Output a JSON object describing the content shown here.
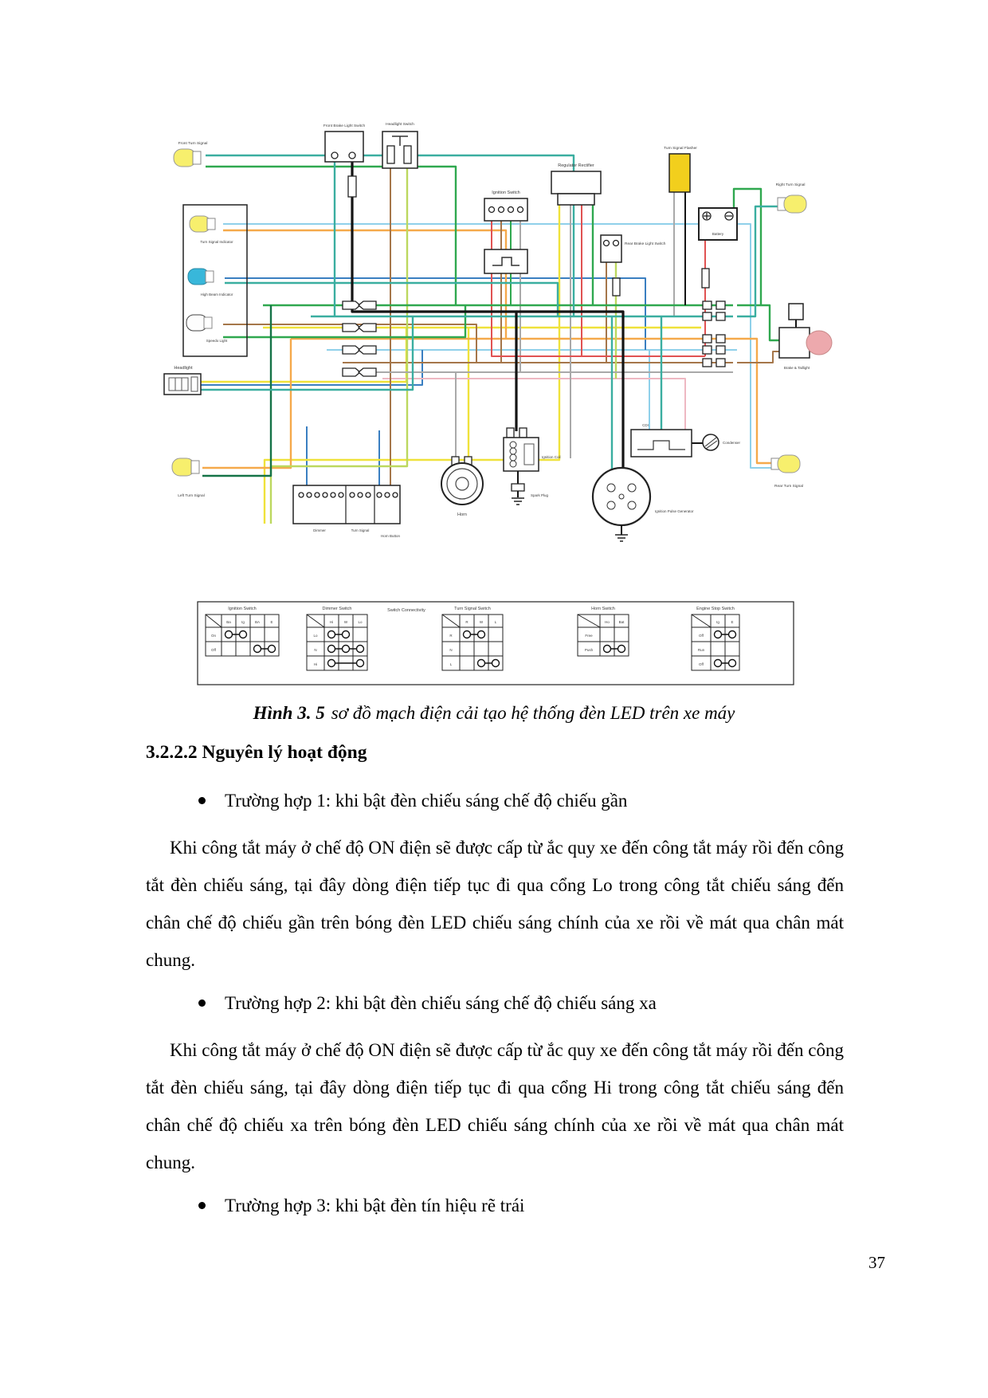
{
  "page": {
    "number": "37"
  },
  "figure": {
    "caption_label": "Hình 3. 5",
    "caption_text": "sơ đồ mạch điện cải tạo hệ thống đèn LED trên xe máy"
  },
  "section": {
    "heading": "3.2.2.2 Nguyên lý hoạt động",
    "bullets": [
      {
        "label": "Trường hợp 1: khi bật đèn chiếu sáng chế độ chiếu gần",
        "body": "Khi công tắt máy ở chế độ ON điện sẽ được cấp từ ắc quy xe đến công tắt máy rồi đến công tắt đèn chiếu sáng, tại đây dòng điện tiếp tục đi qua cổng Lo trong công tắt chiếu sáng đến chân chế độ chiếu gần trên bóng đèn LED chiếu sáng chính của xe rồi về mát qua chân mát chung."
      },
      {
        "label": "Trường hợp 2: khi bật đèn chiếu sáng chế độ chiếu sáng xa",
        "body": "Khi công tắt máy ở chế độ ON điện sẽ được cấp từ ắc quy xe đến công tắt máy rồi đến công tắt đèn chiếu sáng, tại đây dòng điện tiếp tục đi qua cổng Hi trong công tắt chiếu sáng đến chân chế độ chiếu xa trên bóng đèn LED chiếu sáng chính của xe rồi về mát qua chân mát chung."
      },
      {
        "label": "Trường hợp 3: khi bật đèn tín hiệu rẽ trái",
        "body": ""
      }
    ]
  },
  "diagram": {
    "components": {
      "front_turn_signal": "Front Turn Signal",
      "turn_signal_indicator": "Turn Signal Indicator",
      "high_beam_indicator": "High Beam Indicator",
      "speedo_light": "Speedo Light",
      "headlight": "Headlight",
      "left_turn_signal": "Left Turn Signal",
      "front_brake_light_switch": "Front Brake Light Switch",
      "headlight_switch": "Headlight Switch",
      "ignition_switch": "Ignition Switch",
      "regulator_rectifier": "Regulator Rectifier",
      "rear_brake_light_switch": "Rear Brake Light Switch",
      "battery": "Battery",
      "turn_signal_flasher": "Turn Signal Flasher",
      "dimmer": "Dimmer",
      "turn_signal": "Turn Signal",
      "horn_button": "Horn Button",
      "horn": "Horn",
      "ignition_coil": "Ignition Coil",
      "spark_plug": "Spark Plug",
      "magneto": "Ignition Pulse Generator",
      "cdi": "CDI",
      "condenser": "Condenser",
      "right_turn_signal": "Right Turn Signal",
      "brake_taillight": "Brake & Taillight",
      "rear_turn_signal": "Rear Turn Signal"
    },
    "tables": {
      "frame_title": "Switch Connectivity",
      "items": [
        {
          "title": "Ignition Switch",
          "cols": [
            "Ba",
            "Ig",
            "BA",
            "E"
          ],
          "rows": [
            "On",
            "Off"
          ],
          "links": [
            [
              0,
              1
            ],
            [
              2,
              3
            ]
          ]
        },
        {
          "title": "Dimmer Switch",
          "cols": [
            "Hi",
            "W",
            "Lo"
          ],
          "rows": [
            "Lo",
            "N",
            "Hi"
          ],
          "links": [
            [
              0,
              1
            ],
            [
              0,
              1,
              2
            ],
            [
              0,
              2
            ]
          ]
        },
        {
          "title": "Turn Signal Switch",
          "cols": [
            "R",
            "W",
            "L"
          ],
          "rows": [
            "R",
            "N",
            "L"
          ],
          "links": [
            [
              0,
              1
            ],
            [],
            [
              1,
              2
            ]
          ]
        },
        {
          "title": "Horn Switch",
          "cols": [
            "Ho",
            "Bat"
          ],
          "rows": [
            "Free",
            "Push"
          ],
          "links": [
            [],
            [
              0,
              1
            ]
          ]
        },
        {
          "title": "Engine Stop Switch",
          "cols": [
            "Ig",
            "E"
          ],
          "rows": [
            "Off",
            "Run",
            "Off"
          ],
          "links": [
            [
              0,
              1
            ],
            [],
            [
              0,
              1
            ]
          ]
        }
      ]
    },
    "wire_colors": {
      "teal": "#3aaea0",
      "green": "#2fa84f",
      "dark_green": "#157347",
      "yellow": "#efe23b",
      "orange": "#f5a94b",
      "light_blue": "#8fd0ea",
      "blue": "#3a7fc1",
      "red": "#e05252",
      "pink": "#eeb8c2",
      "brown": "#a5764a",
      "light_green": "#bcd85f",
      "gray": "#a9a9a9",
      "black": "#141414",
      "led_yellow": "#f7ef6d",
      "led_blue": "#38b7da",
      "taillight_pink": "#eda9ad",
      "flasher_yellow": "#f2cf1d"
    }
  }
}
